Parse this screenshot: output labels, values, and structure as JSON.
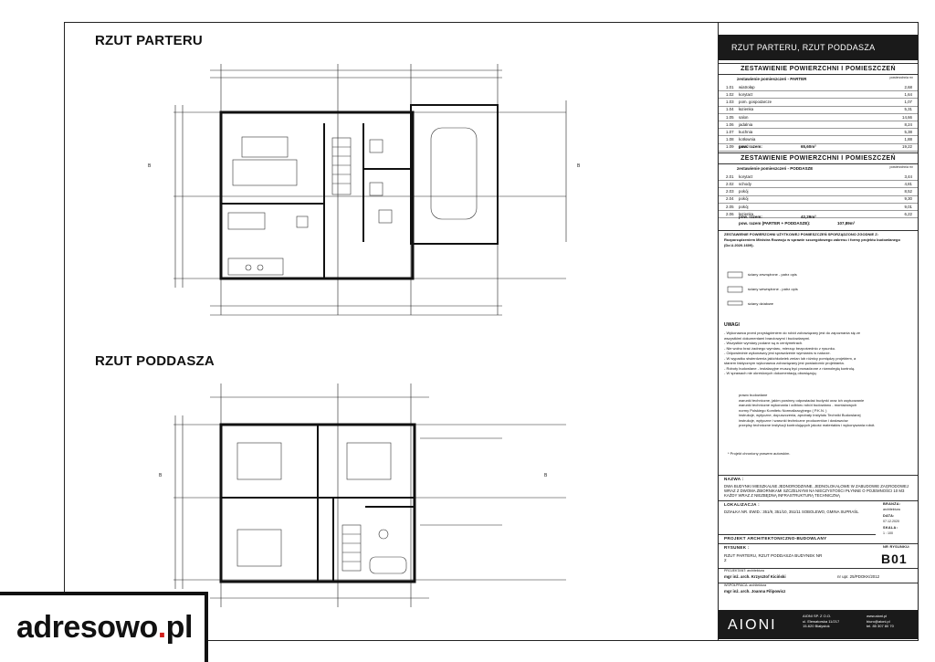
{
  "titles": {
    "ground": "RZUT PARTERU",
    "attic": "RZUT PODDASZA",
    "panel_header": "RZUT PARTERU, RZUT PODDASZA"
  },
  "table_ground": {
    "heading": "ZESTAWIENIE POWIERZCHNI I POMIESZCZEŃ",
    "subheading": "zestawienie pomieszczeń - PARTER",
    "unit_label": "powierzchnia m²",
    "rows": [
      {
        "no": "1.01",
        "name": "wiatrołap",
        "area": "2,68"
      },
      {
        "no": "1.02",
        "name": "korytarz",
        "area": "1,64"
      },
      {
        "no": "1.03",
        "name": "pom. gospodarcze",
        "area": "1,07"
      },
      {
        "no": "1.04",
        "name": "łazienka",
        "area": "5,31"
      },
      {
        "no": "1.05",
        "name": "salon",
        "area": "14,66"
      },
      {
        "no": "1.06",
        "name": "jadalnia",
        "area": "8,24"
      },
      {
        "no": "1.07",
        "name": "kuchnia",
        "area": "5,38"
      },
      {
        "no": "1.08",
        "name": "kotłownia",
        "area": "1,88"
      },
      {
        "no": "1.09",
        "name": "garaż",
        "area": "19,22"
      }
    ],
    "total_label": "pow. razem:",
    "total": "65,60m²"
  },
  "table_attic": {
    "heading": "ZESTAWIENIE POWIERZCHNI I POMIESZCZEŃ",
    "subheading": "zestawienie pomieszczeń - PODDASZE",
    "unit_label": "powierzchnia m²",
    "rows": [
      {
        "no": "2.01",
        "name": "korytarz",
        "area": "3,44"
      },
      {
        "no": "2.02",
        "name": "schody",
        "area": "4,81"
      },
      {
        "no": "2.03",
        "name": "pokój",
        "area": "8,52"
      },
      {
        "no": "2.04",
        "name": "pokój",
        "area": "9,30"
      },
      {
        "no": "2.05",
        "name": "pokój",
        "area": "9,01"
      },
      {
        "no": "2.06",
        "name": "łazienka",
        "area": "6,22"
      }
    ],
    "total_label": "pow. razem:",
    "total": "42,29m²",
    "grand_total_label": "pow. razem (PARTER + PODDASZE):",
    "grand_total": "107,89m²"
  },
  "notes": {
    "heading": "ZESTAWIENIE POWIERZCHNI UŻYTKOWEJ POMIESZCZEŃ SPORZĄDZONO ZGODNIE Z:",
    "ref": "Rozporządzeniem Ministra Rozwoju w sprawie szczegółowego zakresu i formy projektu budowlanego (Dz.U.2020.1609).",
    "legend1": "ściany zewnętrzne - patrz opis",
    "legend2": "ściany wewnętrzne - patrz opis",
    "legend3": "ściany działowe",
    "uwagi": "UWAGI",
    "items": [
      "- Wykonawca przed przystąpieniem do robót zobowiązany jest do zapoznania się ze",
      "  wszystkimi dokumentami branżowymi i budowlanymi.",
      "- Wszystkie wymiary podane są w centymetrach.",
      "- Nie wolno brać żadnego wymiaru, mierząc bezpośrednio z rysunku.",
      "- Odpowiednie wykonawcy jest sprawdzenie wymiarów w naturze.",
      "- W wypadku stwierdzenia jakichkolwiek zmian lub różnicy pomiędzy projektem, a",
      "  stanem faktycznym wykonawca zobowiązany jest powiadomić projektanta.",
      "- Roboty budowlane - instalacyjne muszą być prowadzone z równoległą kontrolą.",
      "- W sprawach nie określonych dokumentacją obowiązują:"
    ],
    "bullets": [
      "prawo budowlane",
      "warunki techniczne, jakim powinny odpowiadać budynki oraz ich usytuowanie",
      "warunki techniczne wykonania i odbioru robót budowlano - montażowych",
      "normy Polskiego Komitetu Normalizacyjnego ( P.K.N. )",
      "instrukcje, wytyczne, dopuszczenia, aprobaty Instytutu Techniki Budowlanej",
      "instrukcje, wytyczne i warunki techniczne producentów i dostawców",
      "przepisy techniczne instytucji kontrolujących jakość materiałów i wykonywania robót."
    ],
    "footer": "* Projekt chroniony prawem autorskim."
  },
  "info": {
    "nazwa_label": "NAZWA :",
    "nazwa": "DWA BUDYNKI MIESZKALNE JEDNORODZINNE, JEDNOLOKALOWE W ZABUDOWIE ZAGRODOWEJ WRAZ Z DWOMA ZBIORNIKAMI SZCZELNYMI NA NIECZYSTOŚCI PŁYNNE O POJEMNOŚCI 10 M3 KAŻDY WRAZ Z NIEZBĘDNĄ INFRASTRUKTURĄ TECHNICZNĄ",
    "branza_label": "BRANŻA:",
    "branza": "architektura",
    "lokalizacja_label": "LOKALIZACJA :",
    "lokalizacja": "DZIAŁKA NR. EWID.: 351/9, 351/10, 351/11 SOBOLEWO, GMINA SUPRAŚL",
    "data_label": "DATA:",
    "data": "07.12.2020",
    "skala_label": "SKALA:",
    "skala": "1 : 100",
    "projekt": "PROJEKT ARCHITEKTONICZNO-BUDOWLANY",
    "rysunek_label": "RYSUNEK :",
    "nr_label": "NR RYSUNKU:",
    "rysunek": "RZUT PARTERU, RZUT PODDASZA BUDYNEK NR 2",
    "nr": "B01",
    "projektant_label": "PROJEKTANT: architektura",
    "projektant": "mgr inż. arch. Krzysztof Kiciński",
    "upr": "nr upr. 25/PDOKK/2012",
    "wspolpraca_label": "WSPÓŁPRACA: architektura",
    "wspolpraca": "mgr inż. arch. Joanna Filipowicz"
  },
  "company": {
    "name": "AIONI",
    "sub": "AIONI SP. Z O.O.",
    "addr1": "ul. Elewatorska 11/217",
    "addr2": "15-620 Białystok",
    "web": "www.aioni.pl",
    "email": "biuro@aioni.pl",
    "tel": "tel. 85 307 80 70"
  },
  "watermark": {
    "text_main": "adresowo",
    "text_dot": ".",
    "text_tld": "pl"
  },
  "section_marks": {
    "b": "B"
  },
  "colors": {
    "ink": "#111111",
    "accent_red": "#d0201c",
    "dark_bar": "#1a1a1a"
  }
}
